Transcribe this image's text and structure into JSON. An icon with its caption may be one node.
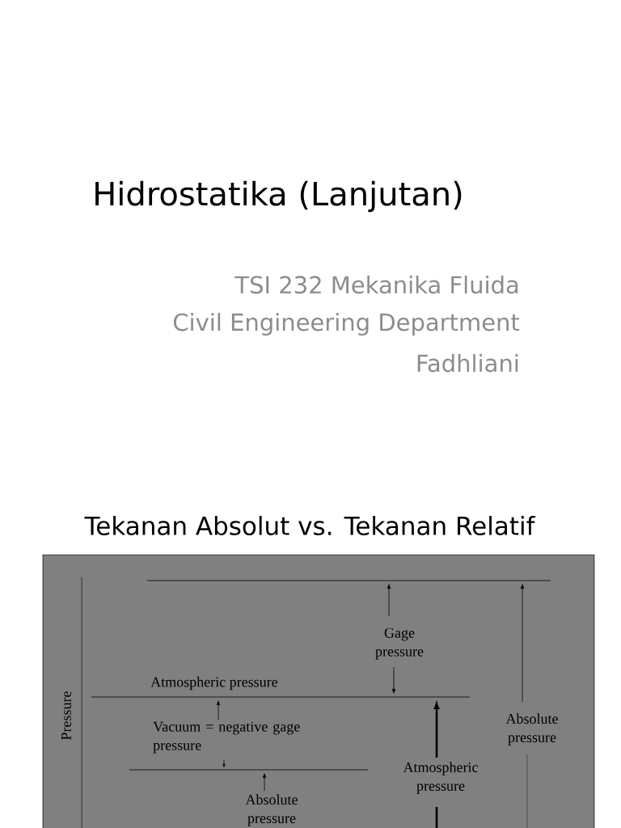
{
  "diagram": {
    "title": "Hidrostatika (Lanjutan)",
    "labels": [
      "TSI 232 Mekanika Fluida",
      "Civil Engineering Department",
      "Fadhliani",
      "Tekanan Absolut vs. Tekanan Relatif",
      "Pressure",
      "Gage pressure",
      "Atmospheric pressure",
      "Vacuum = negative gage pressure",
      "Atmospheric pressure",
      "Absolute pressure",
      "Absolute pressure"
    ]
  }
}
